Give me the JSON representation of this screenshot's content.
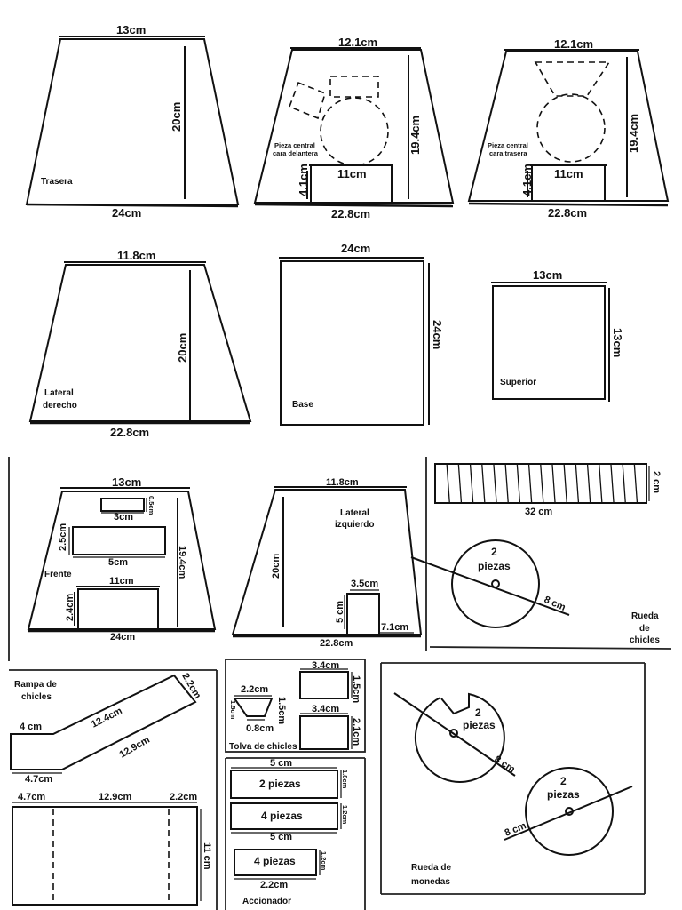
{
  "trasera": {
    "top": "13cm",
    "height": "20cm",
    "bottom": "24cm",
    "label": "Trasera"
  },
  "pieza_delantera": {
    "top": "12.1cm",
    "height": "19.4cm",
    "opening_height": "4.1cm",
    "opening_width": "11cm",
    "bottom": "22.8cm",
    "label_line1": "Pieza central",
    "label_line2": "cara delantera"
  },
  "pieza_trasera": {
    "top": "12.1cm",
    "height": "19.4cm",
    "opening_height": "4.1cm",
    "opening_width": "11cm",
    "bottom": "22.8cm",
    "label_line1": "Pieza central",
    "label_line2": "cara trasera"
  },
  "lateral_derecho": {
    "top": "11.8cm",
    "height": "20cm",
    "bottom": "22.8cm",
    "label_line1": "Lateral",
    "label_line2": "derecho"
  },
  "base": {
    "top": "24cm",
    "side": "24cm",
    "label": "Base"
  },
  "superior": {
    "top": "13cm",
    "side": "13cm",
    "label": "Superior"
  },
  "frente": {
    "top": "13cm",
    "slot_small_width": "3cm",
    "slot_small_height": "0.5cm",
    "slot_mid_width": "5cm",
    "slot_mid_height": "2.5cm",
    "opening_width": "11cm",
    "opening_height": "2.4cm",
    "height": "19.4cm",
    "bottom": "24cm",
    "label": "Frente"
  },
  "lateral_izquierdo": {
    "top": "11.8cm",
    "height": "20cm",
    "door_width": "3.5cm",
    "door_height": "5 cm",
    "door_offset": "7.1cm",
    "bottom": "22.8cm",
    "label_line1": "Lateral",
    "label_line2": "izquierdo"
  },
  "rueda_chicles": {
    "strip_height": "2 cm",
    "strip_width": "32 cm",
    "count": "2",
    "pieces": "piezas",
    "radius": "8 cm",
    "label_line1": "Rueda",
    "label_line2": "de",
    "label_line3": "chicles"
  },
  "rampa": {
    "label_line1": "Rampa de",
    "label_line2": "chicles",
    "long_top": "12.4cm",
    "long_bottom": "12.9cm",
    "end": "2.2cm",
    "left": "4 cm",
    "bottom_left": "4.7cm",
    "flat_a": "4.7cm",
    "flat_b": "12.9cm",
    "flat_c": "2.2cm",
    "flat_height": "11 cm"
  },
  "tolva": {
    "label": "Tolva de chicles",
    "trap_top": "2.2cm",
    "trap_side": "1.5cm",
    "trap_left": "1.5cm",
    "trap_bottom": "0.8cm",
    "rect1_w": "3.4cm",
    "rect1_h": "1.5cm",
    "rect2_w": "3.4cm",
    "rect2_h": "2.1cm"
  },
  "accionador": {
    "label": "Accionador",
    "r1_w": "5 cm",
    "r1_h": "1.8cm",
    "r1_text": "2 piezas",
    "r2_h": "1.2cm",
    "r2_w": "5 cm",
    "r2_text": "4 piezas",
    "r3_text": "4 piezas",
    "r3_h": "1.2cm",
    "r3_w": "2.2cm"
  },
  "rueda_monedas": {
    "w1_count": "2",
    "w1_pieces": "piezas",
    "w1_radius": "8 cm",
    "w2_count": "2",
    "w2_pieces": "piezas",
    "w2_radius": "8 cm",
    "label_line1": "Rueda de",
    "label_line2": "monedas"
  }
}
